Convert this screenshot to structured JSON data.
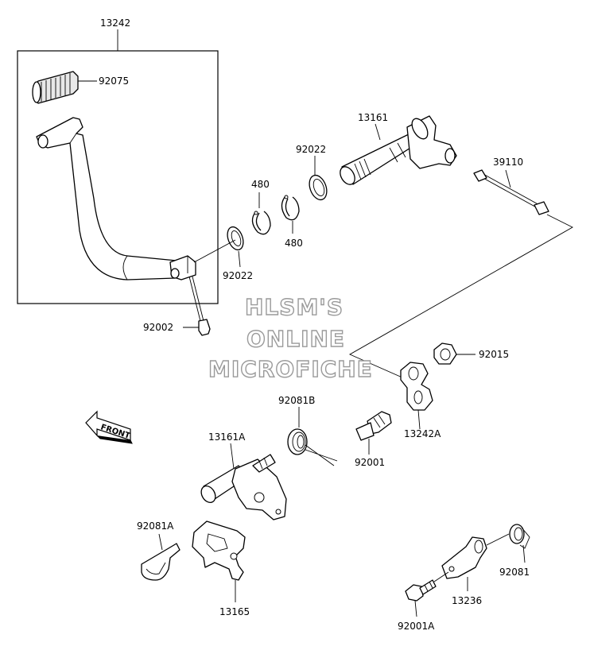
{
  "watermark": {
    "line1": "HLSM'S",
    "line2": "ONLINE",
    "line3": "MICROFICHE"
  },
  "front_arrow": {
    "label": "FRONT"
  },
  "callouts": {
    "p13242": "13242",
    "p92075": "92075",
    "p13161": "13161",
    "p92022_top": "92022",
    "p480_top": "480",
    "p480_bottom": "480",
    "p92022_left": "92022",
    "p39110": "39110",
    "p92002": "92002",
    "p92015": "92015",
    "p92081B": "92081B",
    "p13161A": "13161A",
    "p92001": "92001",
    "p13242A": "13242A",
    "p92081A": "92081A",
    "p13165": "13165",
    "p13236": "13236",
    "p92081": "92081",
    "p92001A": "92001A"
  }
}
